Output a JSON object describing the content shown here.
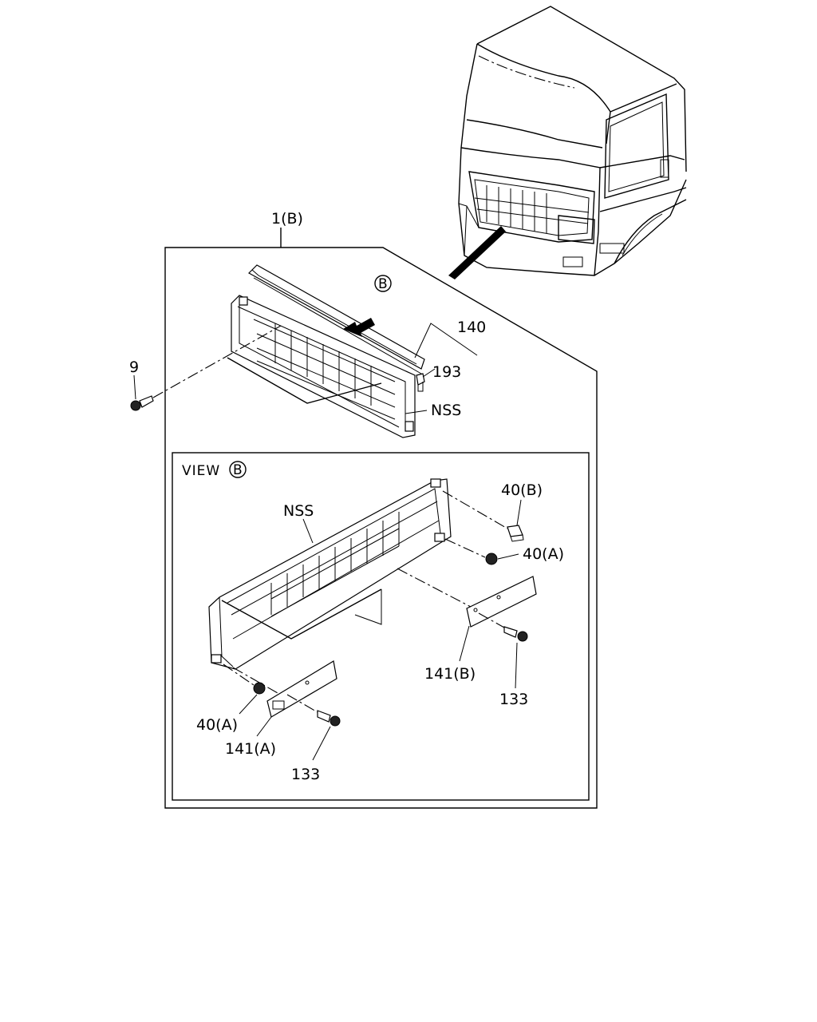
{
  "labels": {
    "assembly": "1(B)",
    "view_ref": "B",
    "view_title": "VIEW",
    "p140": "140",
    "p193": "193",
    "p9": "9",
    "nss_top": "NSS",
    "nss_view": "NSS",
    "p40b": "40(B)",
    "p40a_right": "40(A)",
    "p40a_left": "40(A)",
    "p141b": "141(B)",
    "p141a": "141(A)",
    "p133_right": "133",
    "p133_left": "133"
  },
  "icons": [
    "truck-cab-icon",
    "grille-icon",
    "screw-icon",
    "clip-icon",
    "nut-icon",
    "bracket-plate-icon",
    "view-arrow-icon"
  ]
}
